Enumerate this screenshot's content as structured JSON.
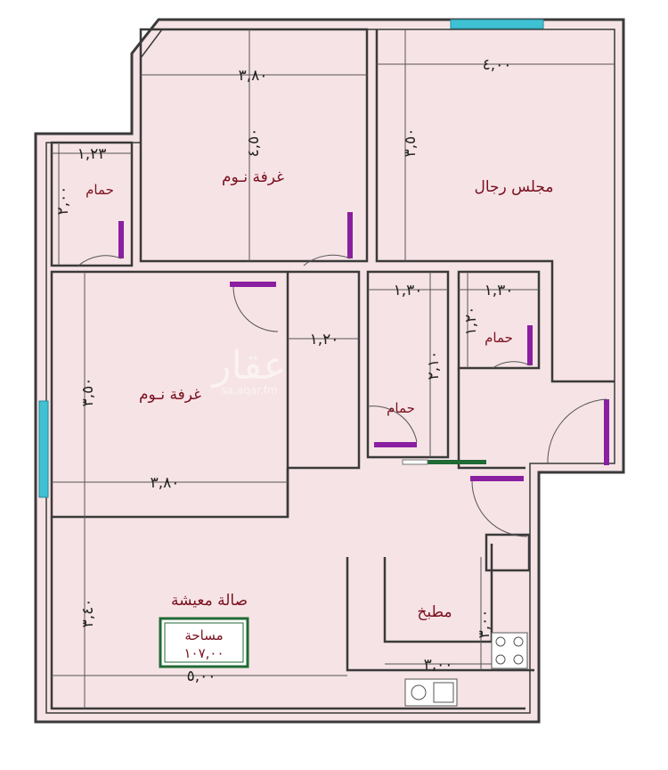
{
  "colors": {
    "floor": "#f6e3e5",
    "wall": "#3a3a3a",
    "label": "#7a1020",
    "dimension_line": "#555555",
    "door": "#8a1fa0",
    "window": "#3fc1d4",
    "area_box_border": "#1f6a35"
  },
  "rooms": {
    "bedroom_top": "غرفة  نـوم",
    "bedroom_left": "غرفة  نـوم",
    "men_majlis": "مجلس رجال",
    "bath_left": "حمام",
    "bath_middle": "حمام",
    "bath_right": "حمام",
    "living_hall": "صالة معيشة",
    "kitchen": "مطبخ"
  },
  "area": {
    "label": "مساحة",
    "value": "١٠٧,٠٠"
  },
  "dimensions": {
    "bedroom_top_width": "٣,٨٠",
    "bedroom_top_depth": "٤,٥٠",
    "majlis_width": "٤,٠٠",
    "majlis_depth": "٣,٥٠",
    "bath_left_width": "١,٢٣",
    "bath_left_depth": "٢,٠٠",
    "corridor_width": "١,٢٠",
    "bath_mid_width": "١,٣٠",
    "bath_mid_depth": "٢,١٠",
    "bath_right_width": "١,٣٠",
    "bath_right_depth": "١,٢٠",
    "bedroom_left_depth": "٣,٥٠",
    "bedroom_left_width": "٣,٨٠",
    "living_depth": "٣,٤٠",
    "living_width": "٥,٠٠",
    "kitchen_width": "٣,٠٠",
    "kitchen_depth": "٣,٠٠"
  },
  "watermark": {
    "brand": "عقار",
    "domain": "sa.aqar.fm"
  }
}
